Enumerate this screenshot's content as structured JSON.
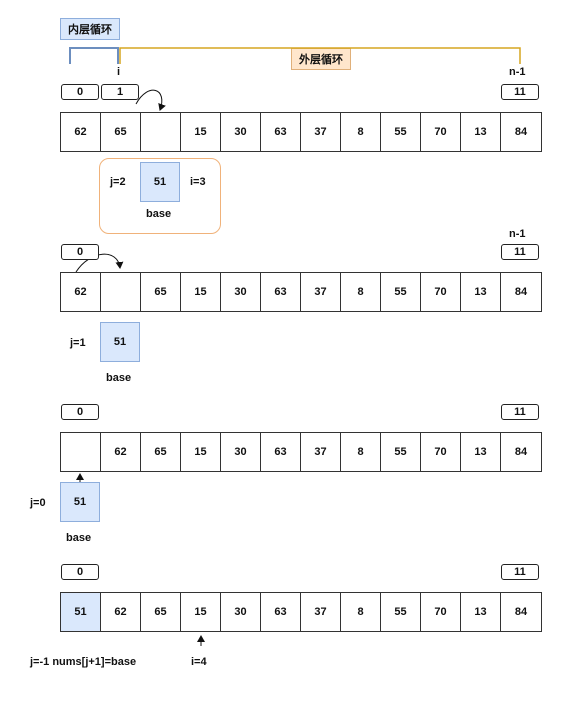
{
  "legend": {
    "inner_loop": "内层循环",
    "outer_loop": "外层循环"
  },
  "pointer_labels": {
    "i": "i",
    "n_minus_1": "n-1"
  },
  "base_label": "base",
  "steps": [
    {
      "index_boxes": [
        "0",
        "1",
        "11"
      ],
      "cells": [
        "62",
        "65",
        "",
        "15",
        "30",
        "63",
        "37",
        "8",
        "55",
        "70",
        "13",
        "84"
      ],
      "j_label": "j=2",
      "base_value": "51",
      "i_label": "i=3"
    },
    {
      "index_boxes": [
        "0",
        "11"
      ],
      "n_label": "n-1",
      "cells": [
        "62",
        "",
        "65",
        "15",
        "30",
        "63",
        "37",
        "8",
        "55",
        "70",
        "13",
        "84"
      ],
      "j_label": "j=1",
      "base_value": "51"
    },
    {
      "index_boxes": [
        "0",
        "11"
      ],
      "cells": [
        "",
        "62",
        "65",
        "15",
        "30",
        "63",
        "37",
        "8",
        "55",
        "70",
        "13",
        "84"
      ],
      "j_label": "j=0",
      "base_value": "51"
    },
    {
      "index_boxes": [
        "0",
        "11"
      ],
      "cells": [
        "51",
        "62",
        "65",
        "15",
        "30",
        "63",
        "37",
        "8",
        "55",
        "70",
        "13",
        "84"
      ],
      "j_label": "j=-1  nums[j+1]=base",
      "i_label": "i=4"
    }
  ],
  "colors": {
    "highlight": "#dae8fc",
    "inner_tag_border": "#8eaedc",
    "outer_tag_fill": "#ffe6cc",
    "outer_bracket": "#d6a520",
    "base_group_border": "#f0b27a"
  }
}
